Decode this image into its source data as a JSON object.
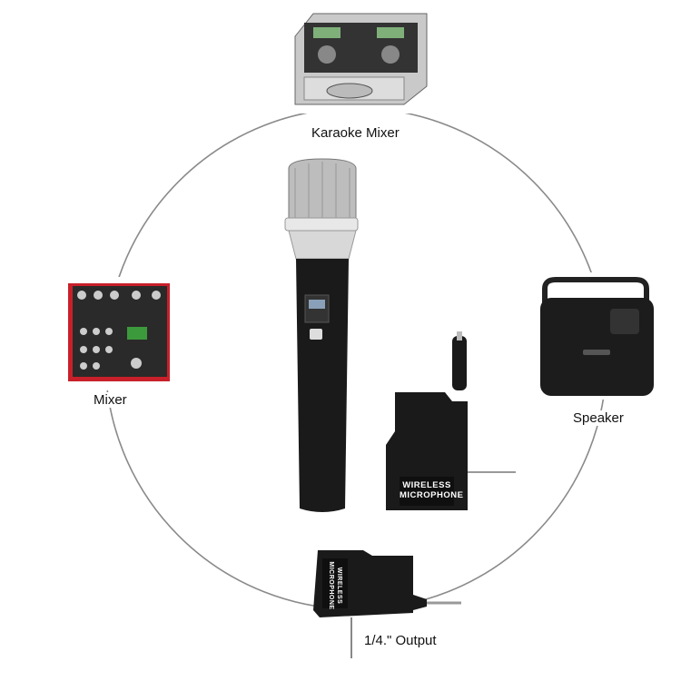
{
  "labels": {
    "karaoke_mixer": "Karaoke Mixer",
    "mixer": "Mixer",
    "speaker": "Speaker",
    "output": "1/4.\" Output"
  },
  "receiver_print": {
    "line1": "WIRELESS",
    "line2": "MICROPHONE"
  },
  "colors": {
    "circle": "#8a8a8a",
    "device_black": "#1a1a1a",
    "mixer_red": "#c8202a"
  }
}
